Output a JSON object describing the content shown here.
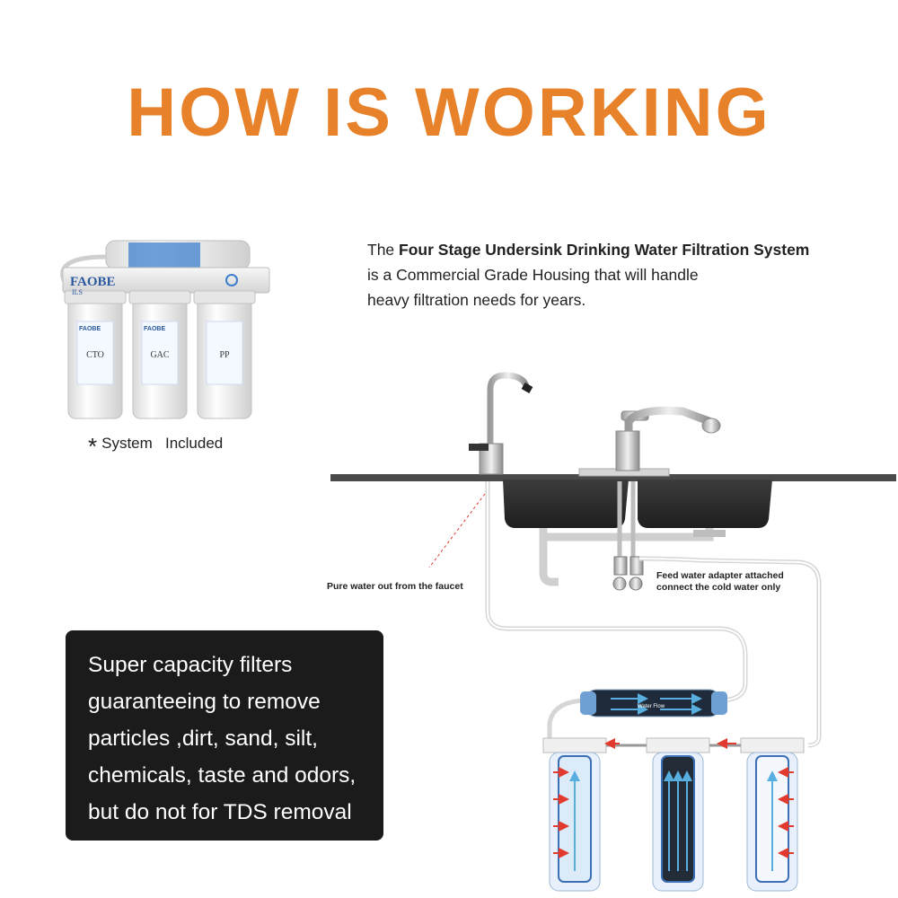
{
  "title": "HOW IS WORKING",
  "product": {
    "caption_star": "*",
    "caption_text": "System   Included",
    "brand_logo": "FAOBE",
    "brand_sub": "ILS",
    "filters": [
      {
        "label": "CTO"
      },
      {
        "label": "GAC"
      },
      {
        "label": "PP"
      }
    ]
  },
  "intro": {
    "prefix": "The ",
    "bold": "Four Stage Undersink Drinking Water Filtration System",
    "line2": "is a Commercial Grade Housing that will handle",
    "line3": "heavy filtration needs for years."
  },
  "diagram": {
    "faucet_label": "Pure water out from the faucet",
    "adapter_label_1": "Feed water adapter attached",
    "adapter_label_2": "connect the cold water only",
    "flow_label": "Water Flow"
  },
  "info_box": {
    "lines": [
      "Super capacity filters",
      "guaranteeing to remove",
      "particles ,dirt, sand, silt,",
      "chemicals, taste and odors,",
      "but do not for TDS removal"
    ]
  },
  "colors": {
    "title": "#e8822a",
    "box_bg": "#1b1b1b",
    "flow_red": "#e23a2e",
    "flow_blue": "#59aee0"
  }
}
